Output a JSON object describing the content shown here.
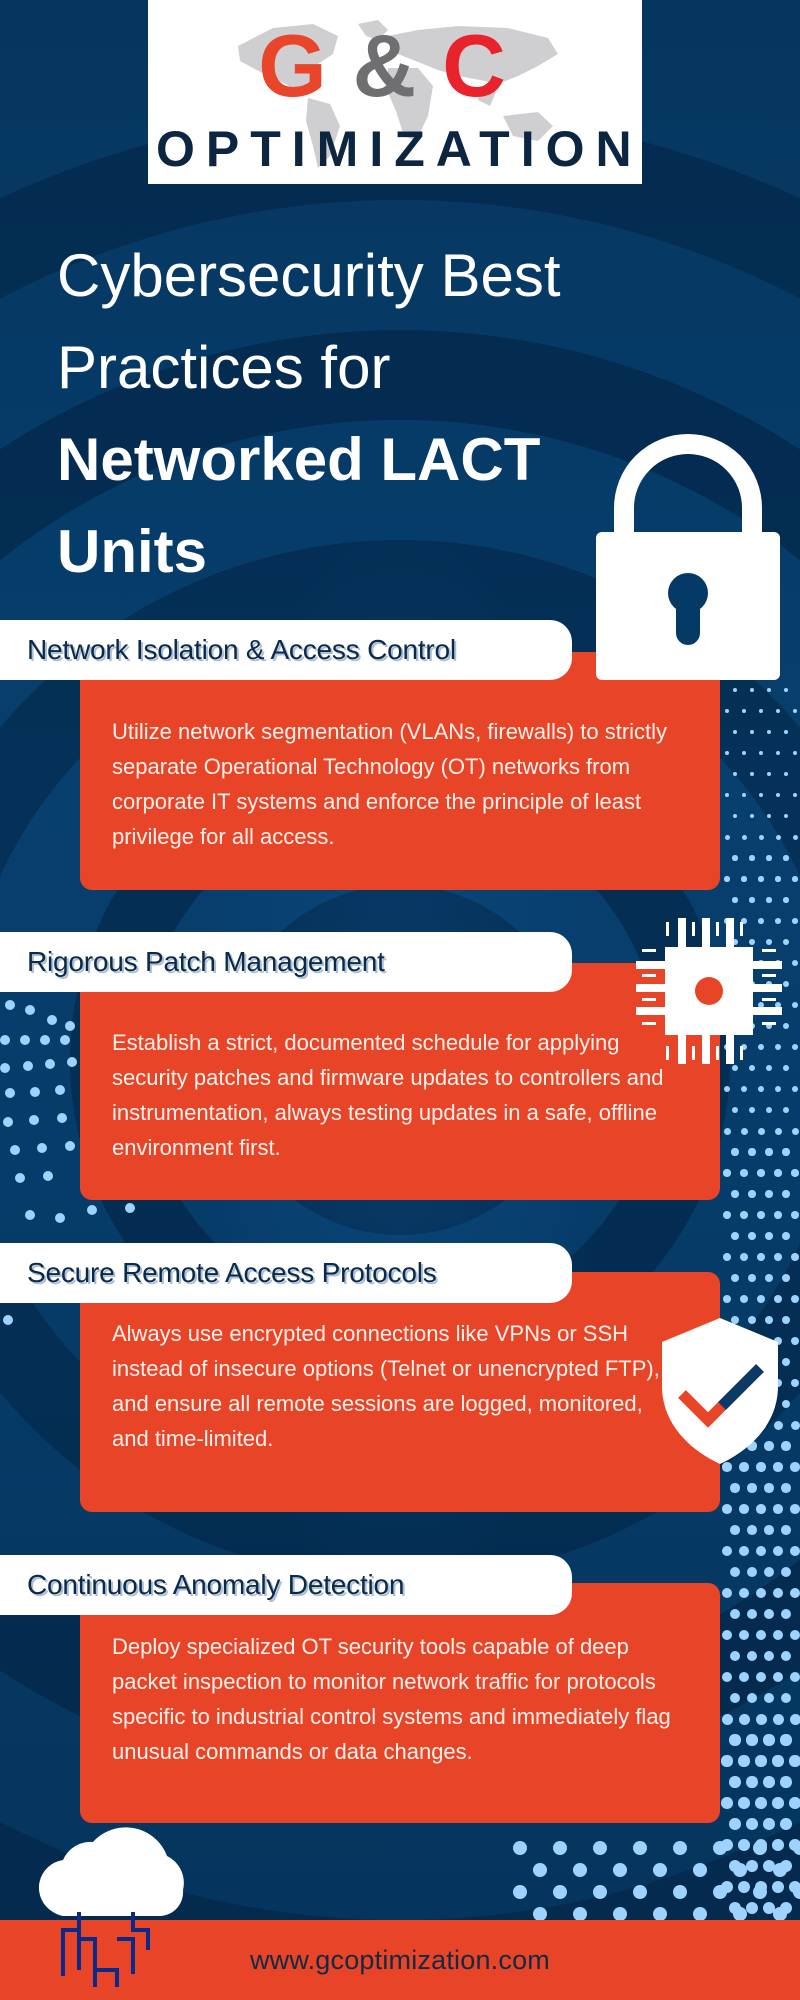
{
  "logo": {
    "letter_g": "G",
    "ampersand": "&",
    "letter_c": "C",
    "wordmark": "OPTIMIZATION",
    "background_icon": "world-map-icon"
  },
  "title": {
    "line1": "Cybersecurity Best",
    "line2": "Practices for",
    "line3": "Networked LACT",
    "line4": "Units"
  },
  "sections": [
    {
      "heading": "Network Isolation & Access Control",
      "body": "Utilize network segmentation (VLANs, firewalls) to strictly separate Operational Technology (OT) networks from corporate IT systems and enforce the principle of least privilege for all access.",
      "icon": "padlock-icon"
    },
    {
      "heading": "Rigorous Patch Management",
      "body": "Establish a strict, documented schedule for applying security patches and firmware updates to controllers and instrumentation, always testing updates in a safe, offline environment first.",
      "icon": "microchip-icon"
    },
    {
      "heading": "Secure Remote Access Protocols",
      "body": "Always use encrypted connections like VPNs or SSH instead of insecure options (Telnet or unencrypted FTP), and ensure all remote sessions are logged, monitored, and time-limited.",
      "icon": "shield-check-icon"
    },
    {
      "heading": "Continuous Anomaly Detection",
      "body": "Deploy specialized OT security tools capable of deep packet inspection to monitor network traffic for protocols specific to industrial control systems and immediately flag unusual commands or data changes.",
      "icon": "cloud-network-icon"
    }
  ],
  "footer": {
    "url": "www.gcoptimization.com"
  },
  "colors": {
    "background_navy": "#063a66",
    "card_orange": "#e84427",
    "heading_navy": "#0d2a45",
    "dot_blue": "#9fd3ff",
    "logo_g": "#e8452a",
    "logo_amp": "#6f6f72",
    "logo_c": "#e8232c",
    "logo_wordmark": "#0c2540",
    "circuit_blue": "#0a2a8a"
  }
}
